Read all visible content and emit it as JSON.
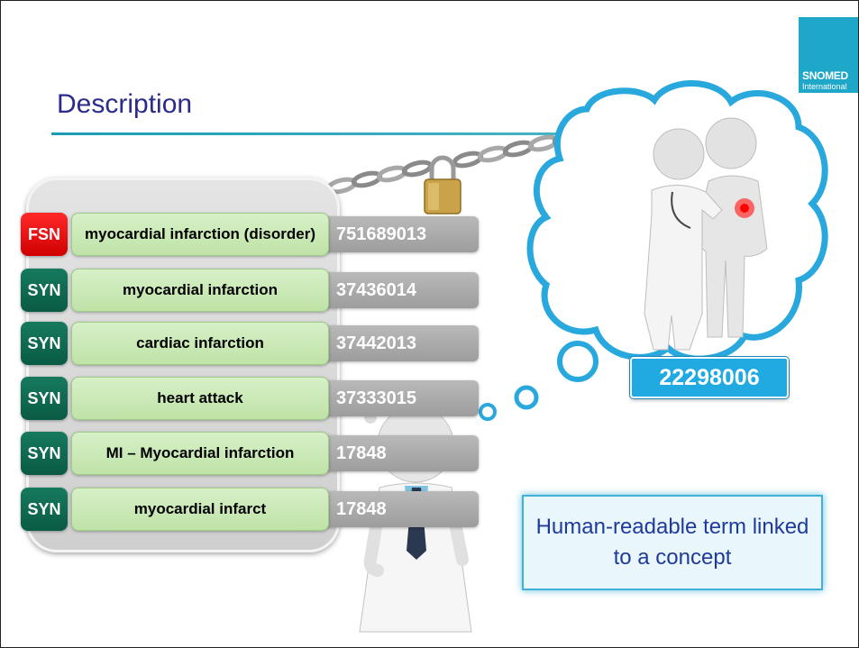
{
  "logo": {
    "line1": "SNOMED",
    "line2": "International"
  },
  "title": "Description",
  "descriptions": [
    {
      "type": "FSN",
      "term": "myocardial infarction (disorder)",
      "id": "751689013"
    },
    {
      "type": "SYN",
      "term": "myocardial infarction",
      "id": "37436014"
    },
    {
      "type": "SYN",
      "term": "cardiac infarction",
      "id": "37442013"
    },
    {
      "type": "SYN",
      "term": "heart attack",
      "id": "37333015"
    },
    {
      "type": "SYN",
      "term": "MI – Myocardial infarction",
      "id": "17848"
    },
    {
      "type": "SYN",
      "term": "myocardial infarct",
      "id": "17848"
    }
  ],
  "concept_id": "22298006",
  "caption": "Human-readable term linked to a concept",
  "colors": {
    "fsn": "#e00000",
    "syn": "#0e6b50",
    "term_bg": "#c8e8b3",
    "cloud": "#2aa9df",
    "title": "#2b2b8a"
  }
}
